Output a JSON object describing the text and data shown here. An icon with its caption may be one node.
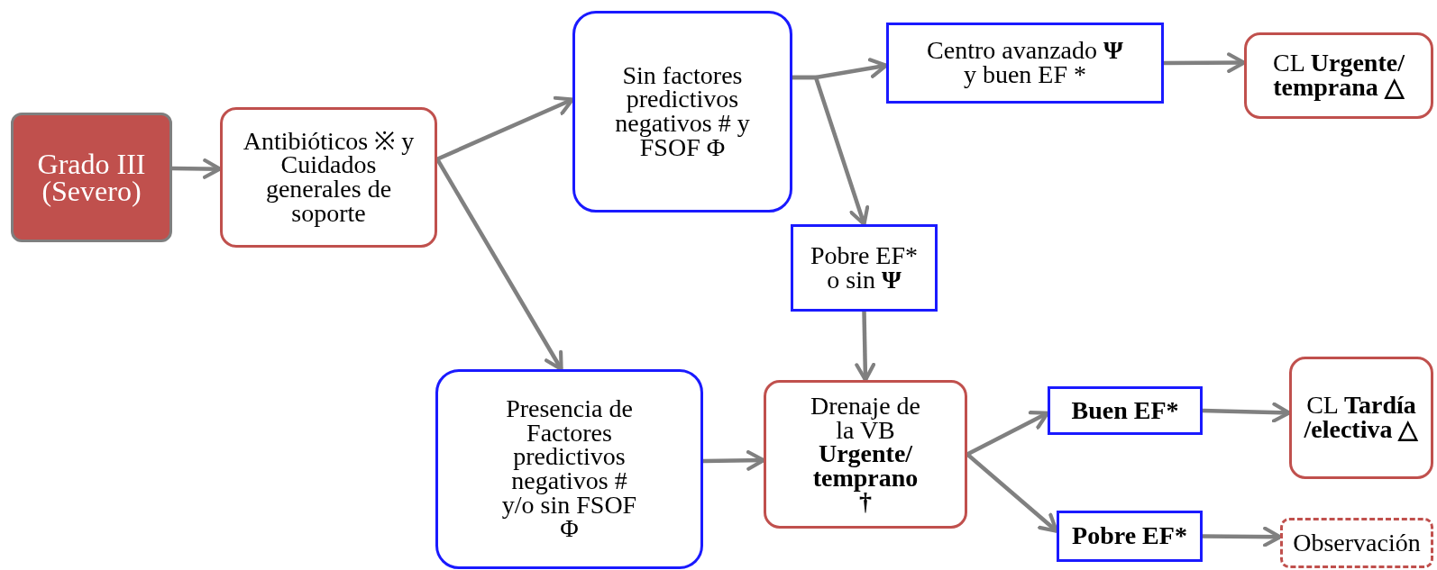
{
  "diagram": {
    "nodes": [
      {
        "text": [
          "Grado III (Severo)"
        ]
      },
      {
        "text": [
          "Antibióticos ※ y Cuidados generales de soporte"
        ]
      },
      {
        "text": [
          "Sin factores predictivos negativos # y FSOF Φ"
        ]
      },
      {
        "text": [
          "Centro avanzado **Ψ** y buen EF *"
        ]
      },
      {
        "text": [
          "CL **Urgente/ temprana △**"
        ]
      },
      {
        "text": [
          "Pobre EF* o sin **Ψ**"
        ]
      },
      {
        "text": [
          "Presencia de Factores predictivos negativos # y/o sin FSOF Φ"
        ]
      },
      {
        "text": [
          "Drenaje de la VB **Urgente/ temprano †**"
        ]
      },
      {
        "text": [
          "Buen EF*"
        ]
      },
      {
        "text": [
          "CL **Tardía /electiva △**"
        ]
      },
      {
        "text": [
          "Pobre EF*"
        ]
      },
      {
        "text": [
          "Observación"
        ]
      }
    ],
    "edges": [
      {
        "from": 0,
        "to": 1,
        "arrow": "to"
      },
      {
        "from": 1,
        "to": 2,
        "arrow": "to"
      },
      {
        "from": 1,
        "to": 6,
        "arrow": "to"
      },
      {
        "from": 2,
        "to": 3,
        "arrow": "to"
      },
      {
        "from": 2,
        "to": 5,
        "arrow": "to"
      },
      {
        "from": 3,
        "to": 4,
        "arrow": "to"
      },
      {
        "from": 5,
        "to": 7,
        "arrow": "to"
      },
      {
        "from": 6,
        "to": 7,
        "arrow": "to"
      },
      {
        "from": 7,
        "to": 8,
        "arrow": "to"
      },
      {
        "from": 7,
        "to": 10,
        "arrow": "to"
      },
      {
        "from": 8,
        "to": 9,
        "arrow": "to"
      },
      {
        "from": 10,
        "to": 11,
        "arrow": "to"
      }
    ]
  }
}
